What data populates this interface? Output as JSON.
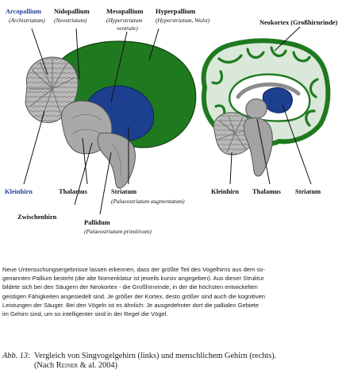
{
  "bird_labels": {
    "arcopallium": "Arcopallium",
    "arcopallium_sub": "(Archistriatum)",
    "nidopallium": "Nidopallium",
    "nidopallium_sub": "(Neostriatum)",
    "mesopallium": "Mesopallium",
    "mesopallium_sub1": "(Hyperstriatum",
    "mesopallium_sub2": "ventrale)",
    "hyperpallium": "Hyperpallium",
    "hyperpallium_sub": "(Hyperstriatum, Wulst)",
    "kleinhirn": "Kleinhirn",
    "thalamus": "Thalamus",
    "striatum": "Striatum",
    "striatum_sub": "(Palaeostriatum augmentatum)",
    "zwischenhirn": "Zwischenhirn",
    "pallidum": "Pallidum",
    "pallidum_sub": "(Palaeostriatum primitivum)"
  },
  "human_labels": {
    "neokortex": "Neokortex (Großhirnrinde)",
    "kleinhirn": "Kleinhirn",
    "thalamus": "Thalamus",
    "striatum": "Striatum"
  },
  "paragraph_lines": [
    "Neue Untersuchungsergebnisse lassen erkennen, dass der größte Teil des Vogelhirns aus dem so-",
    "genannten Pallium besteht (die alte Nomenklatur ist jeweils kursiv angegeben). Aus dieser Struktur",
    "bildete sich bei den Säugern der Neokortex - die Großhirnrinde, in der die höchsten entwickelten",
    "geistigen Fähigkeiten angesiedelt sind. Je größer der Kortex, desto größer sind auch die kognitiven",
    "Leistungen der Säuger. Bei den Vögeln ist es ähnlich: Je ausgedehnter dort die pallialen Gebiete",
    "im Gehirn sind, um so intelligenter sind in der Regel die Vögel."
  ],
  "caption": {
    "label": "Abb. 13:",
    "line1": "Vergleich von Singvogelgehirn (links) und menschlichem Gehirn (rechts).",
    "line2_pre": "(Nach ",
    "line2_name": "Reiner",
    "line2_post": " & al. 2004)"
  },
  "colors": {
    "pallium_green": "#1f7a1f",
    "striatum_blue": "#1d3f8f",
    "grey_tissue": "#b3b3b3",
    "label_blue": "#233f9a"
  }
}
